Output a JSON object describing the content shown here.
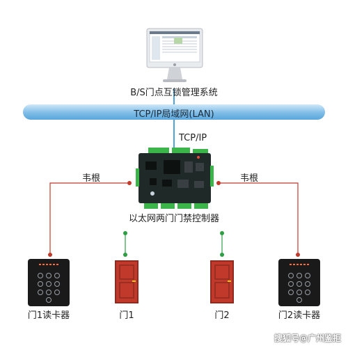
{
  "system_label": "B/S门点互锁管理系统",
  "lan_label": "TCP/IP局域网(LAN)",
  "tcpip_label": "TCP/IP",
  "wiegand_left_label": "韦根",
  "wiegand_right_label": "韦根",
  "controller_label": "以太网两门门禁控制器",
  "reader1_label": "门1读卡器",
  "door1_label": "门1",
  "door2_label": "门2",
  "reader2_label": "门2读卡器",
  "watermark": "搜狐号@广州鉴拒",
  "colors": {
    "lan_bar": "#7fbde7",
    "tcp_line": "#4da3dc",
    "wiegand_line": "#c0392b",
    "door_line": "#2e9e44",
    "pcb": "#1f2a28",
    "terminal": "#3bb54a",
    "door": "#c0392b",
    "reader": "#1a1a1a"
  }
}
